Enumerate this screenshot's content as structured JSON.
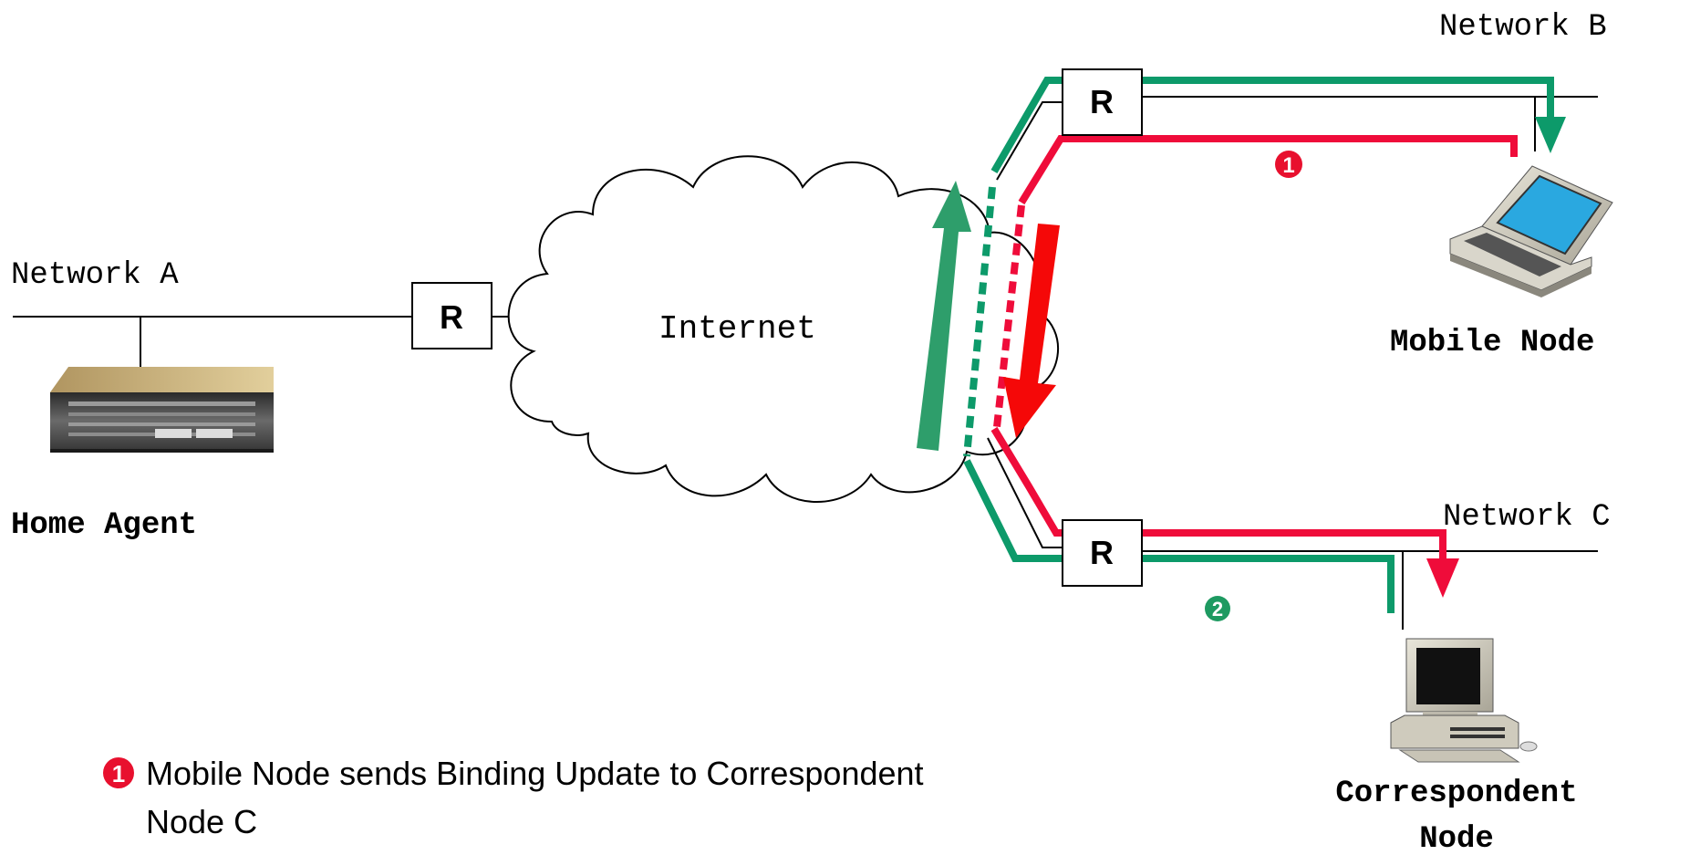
{
  "networks": {
    "a": "Network A",
    "b": "Network B",
    "c": "Network C"
  },
  "cloud_label": "Internet",
  "router_label": "R",
  "nodes": {
    "home_agent": "Home Agent",
    "mobile_node": "Mobile Node",
    "correspondent_line1": "Correspondent",
    "correspondent_line2": "Node"
  },
  "step_markers": {
    "one": "1",
    "two": "2"
  },
  "caption": {
    "line1": "Mobile Node sends Binding Update to Correspondent",
    "line2": "Node C"
  },
  "colors": {
    "green": "#0d9a6a",
    "red": "#ef0c3a",
    "arrow_green": "#2e9e6b",
    "arrow_red": "#f50808",
    "marker_red": "#e8102e",
    "marker_green": "#1e9a61"
  }
}
